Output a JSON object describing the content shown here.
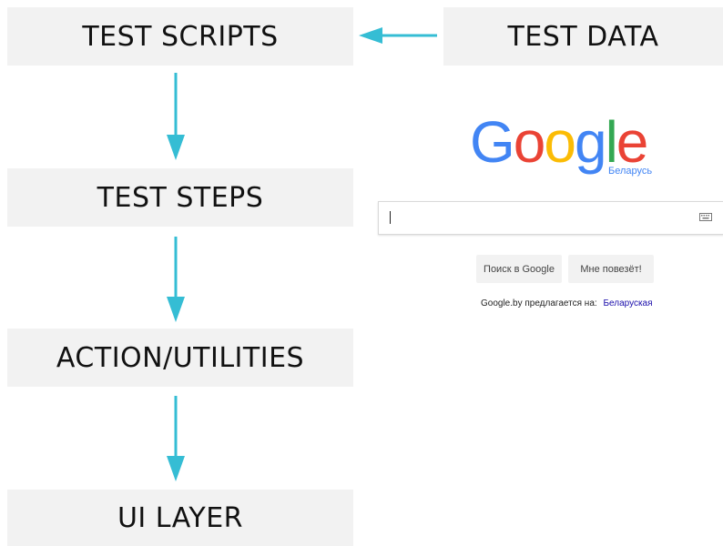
{
  "diagram": {
    "boxes": {
      "test_scripts": "TEST SCRIPTS",
      "test_data": "TEST DATA",
      "test_steps": "TEST STEPS",
      "action_utilities": "ACTION/UTILITIES",
      "ui_layer": "UI LAYER"
    },
    "arrow_color": "#35bdd4",
    "box_color": "#f2f2f2"
  },
  "google": {
    "logo_letters": [
      {
        "char": "G",
        "color": "#4285f4"
      },
      {
        "char": "o",
        "color": "#ea4335"
      },
      {
        "char": "o",
        "color": "#fbbc05"
      },
      {
        "char": "g",
        "color": "#4285f4"
      },
      {
        "char": "l",
        "color": "#34a853"
      },
      {
        "char": "e",
        "color": "#ea4335"
      }
    ],
    "country": "Беларусь",
    "search_value": "",
    "buttons": {
      "search": "Поиск в Google",
      "lucky": "Мне повезёт!"
    },
    "language_prompt": "Google.by предлагается на:",
    "language_link": "Беларуская",
    "keyboard_icon": "keyboard-icon"
  }
}
